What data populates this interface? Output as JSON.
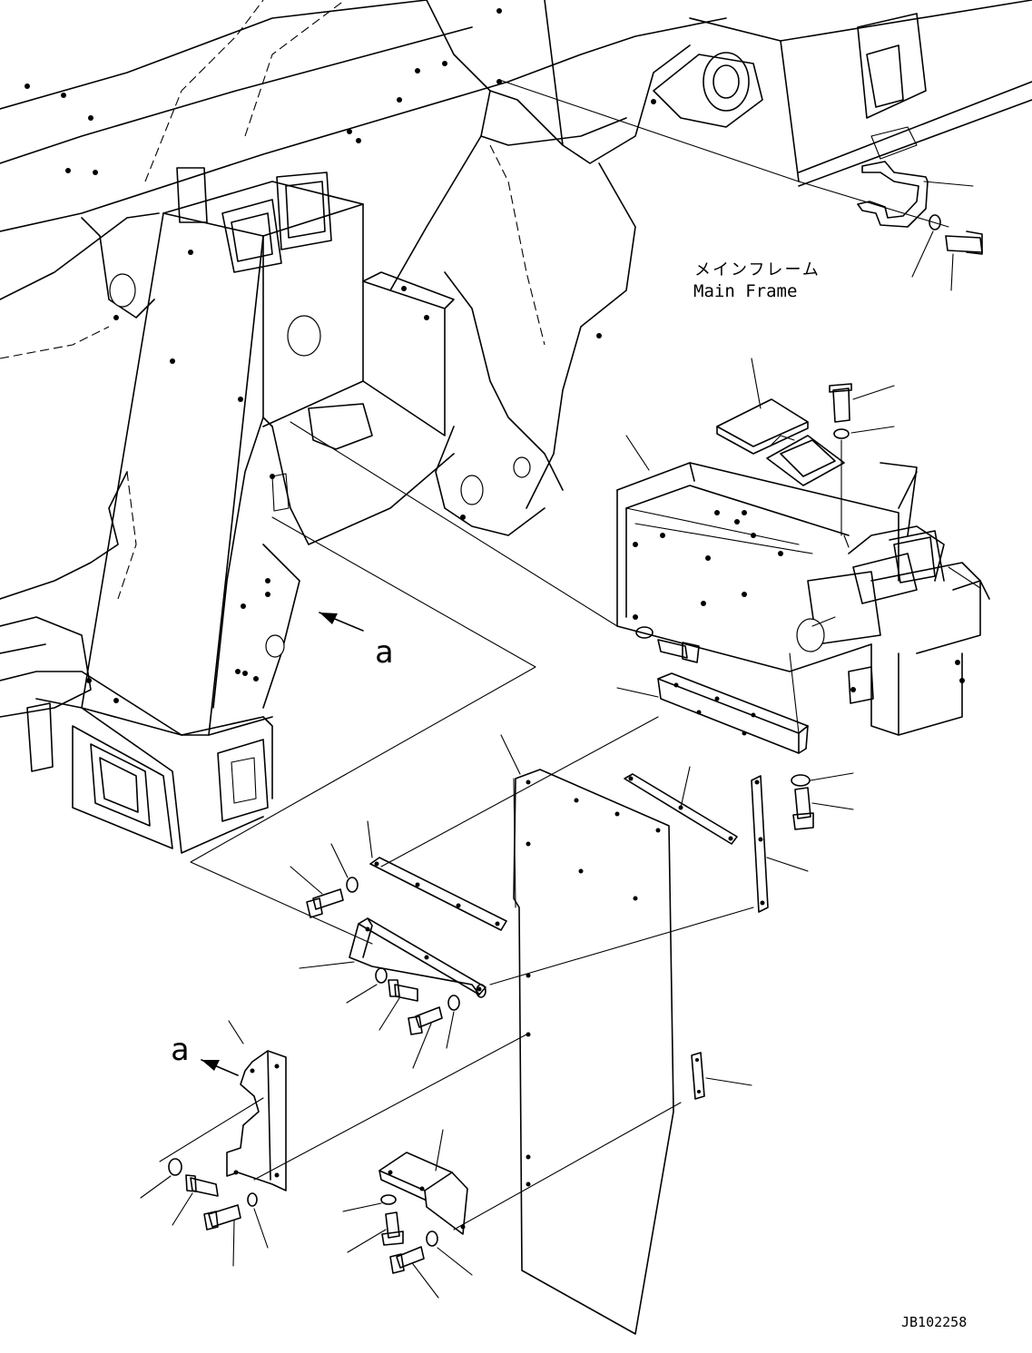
{
  "labels": {
    "frame_jp": "メインフレーム",
    "frame_en": "Main Frame",
    "view_a_top": "a",
    "view_a_bottom": "a",
    "drawing_id": "JB102258"
  },
  "colors": {
    "line": "#000000",
    "background": "#ffffff"
  }
}
